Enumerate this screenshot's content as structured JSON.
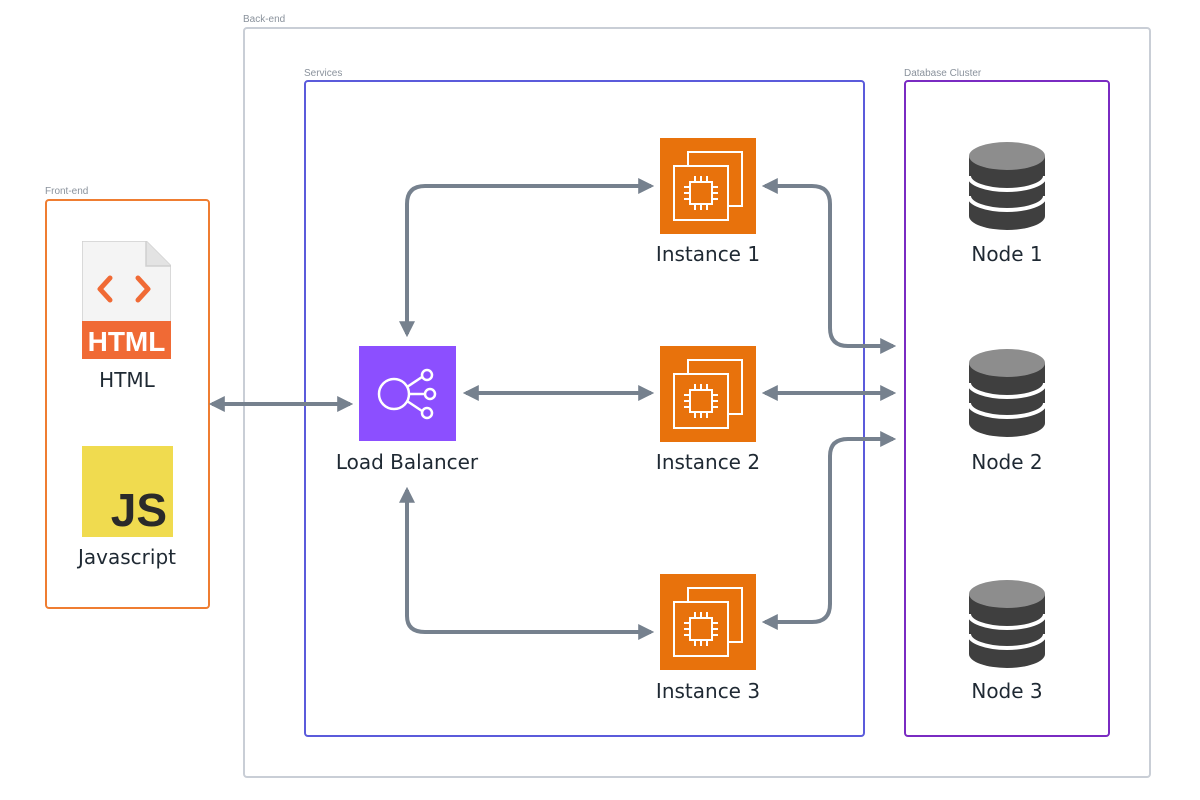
{
  "groups": {
    "backend": {
      "label": "Back-end",
      "border": "#c9ced6"
    },
    "services": {
      "label": "Services",
      "border": "#5b5bdb"
    },
    "database": {
      "label": "Database Cluster",
      "border": "#7a2bc2"
    },
    "frontend": {
      "label": "Front-end",
      "border": "#ef7d31"
    }
  },
  "frontend": {
    "html_badge": "HTML",
    "html_label": "HTML",
    "js_badge": "JS",
    "js_label": "Javascript"
  },
  "services": {
    "load_balancer": "Load Balancer",
    "instances": [
      "Instance 1",
      "Instance 2",
      "Instance 3"
    ]
  },
  "database": {
    "nodes": [
      "Node 1",
      "Node 2",
      "Node 3"
    ]
  },
  "colors": {
    "arrow": "#76818e",
    "instance_bg": "#e8720c",
    "load_balancer_bg": "#8c4fff",
    "html_orange": "#f06a35",
    "js_yellow": "#f0db4f",
    "db_dark": "#3f3f3f",
    "db_light": "#8d8d8d"
  },
  "edges": [
    {
      "from": "Front-end",
      "to": "Load Balancer",
      "style": "bidirectional"
    },
    {
      "from": "Load Balancer",
      "to": "Instance 1",
      "style": "bidirectional"
    },
    {
      "from": "Load Balancer",
      "to": "Instance 2",
      "style": "bidirectional"
    },
    {
      "from": "Load Balancer",
      "to": "Instance 3",
      "style": "bidirectional"
    },
    {
      "from": "Instance 1",
      "to": "Database Cluster",
      "style": "bidirectional"
    },
    {
      "from": "Instance 2",
      "to": "Database Cluster",
      "style": "bidirectional"
    },
    {
      "from": "Instance 3",
      "to": "Database Cluster",
      "style": "bidirectional"
    }
  ]
}
